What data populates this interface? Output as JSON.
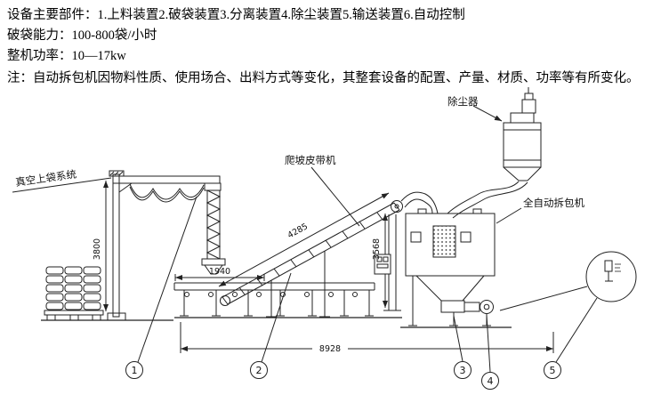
{
  "header": {
    "parts": "设备主要部件：1.上料装置2.破袋装置3.分离装置4.除尘装置5.输送装置6.自动控制",
    "capacity": "破袋能力：100-800袋/小时",
    "power": "整机功率：10—17kw",
    "note": "注：自动拆包机因物料性质、使用场合、出料方式等变化，其整套设备的配置、产量、材质、功率等有所变化。"
  },
  "diagram": {
    "labels": {
      "vacuum_system": "真空上袋系统",
      "climbing_conveyor": "爬坡皮带机",
      "dust_collector": "除尘器",
      "auto_unpacker": "全自动拆包机"
    },
    "dimensions": {
      "left_height": "3800",
      "infeed_length": "1940",
      "incline_length": "4285",
      "right_height": "3568",
      "overall_length": "8928"
    },
    "callouts": [
      "1",
      "2",
      "3",
      "4",
      "5"
    ],
    "colors": {
      "line": "#222222",
      "background": "#ffffff"
    }
  }
}
